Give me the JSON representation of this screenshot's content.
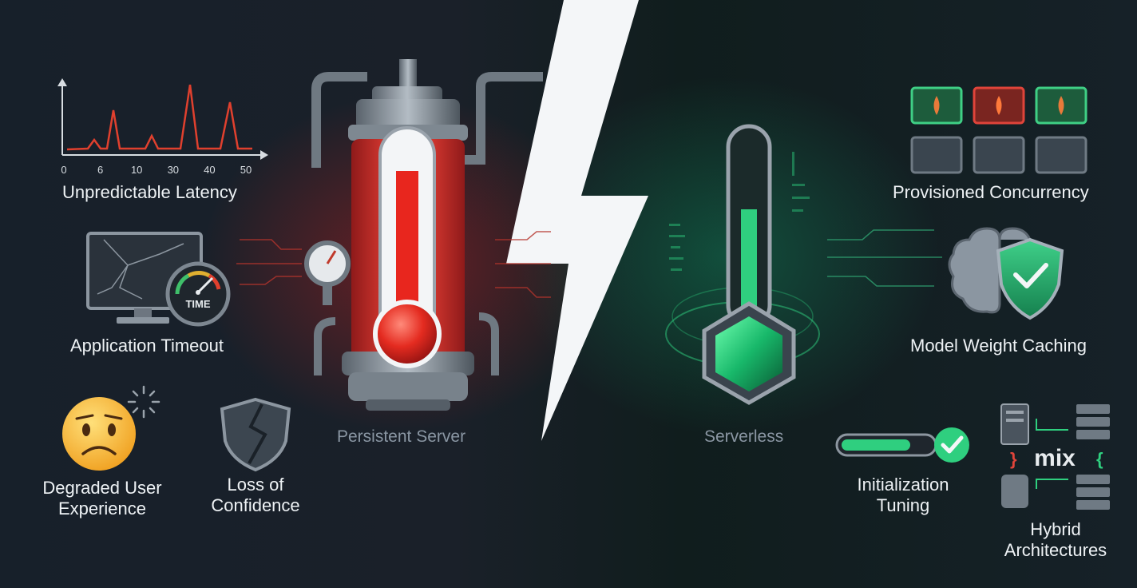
{
  "latency_chart": {
    "x_ticks": [
      "0",
      "6",
      "10",
      "30",
      "40",
      "50"
    ],
    "line_color": "#e0402e"
  },
  "left": {
    "unpredictable_latency": "Unpredictable Latency",
    "application_timeout": "Application Timeout",
    "gauge_text": "TIME",
    "degraded_ux_line1": "Degraded User",
    "degraded_ux_line2": "Experience",
    "loss_line1": "Loss of",
    "loss_line2": "Confidence"
  },
  "center": {
    "persistent_server": "Persistent Server",
    "serverless": "Serverless"
  },
  "right": {
    "provisioned_concurrency": "Provisioned Concurrency",
    "model_weight_caching": "Model Weight Caching",
    "init_line1": "Initialization",
    "init_line2": "Tuning",
    "hybrid_word": "mix",
    "hybrid_line1": "Hybrid",
    "hybrid_line2": "Architectures"
  },
  "colors": {
    "hot": "#e03a30",
    "cool": "#2fcf7f",
    "warm_tile": "#c0392b",
    "cold_tile": "#43505c"
  },
  "icons": {
    "latency": "latency-chart-icon",
    "timeout": "broken-monitor-icon",
    "ux": "sad-face-icon",
    "confidence": "broken-shield-icon",
    "server": "hot-thermometer-tank-icon",
    "serverless": "cool-thermometer-icon",
    "concurrency": "container-grid-icon",
    "caching": "brain-shield-icon",
    "tuning": "progress-check-icon",
    "hybrid": "hybrid-servers-icon",
    "divider": "lightning-bolt-icon"
  }
}
